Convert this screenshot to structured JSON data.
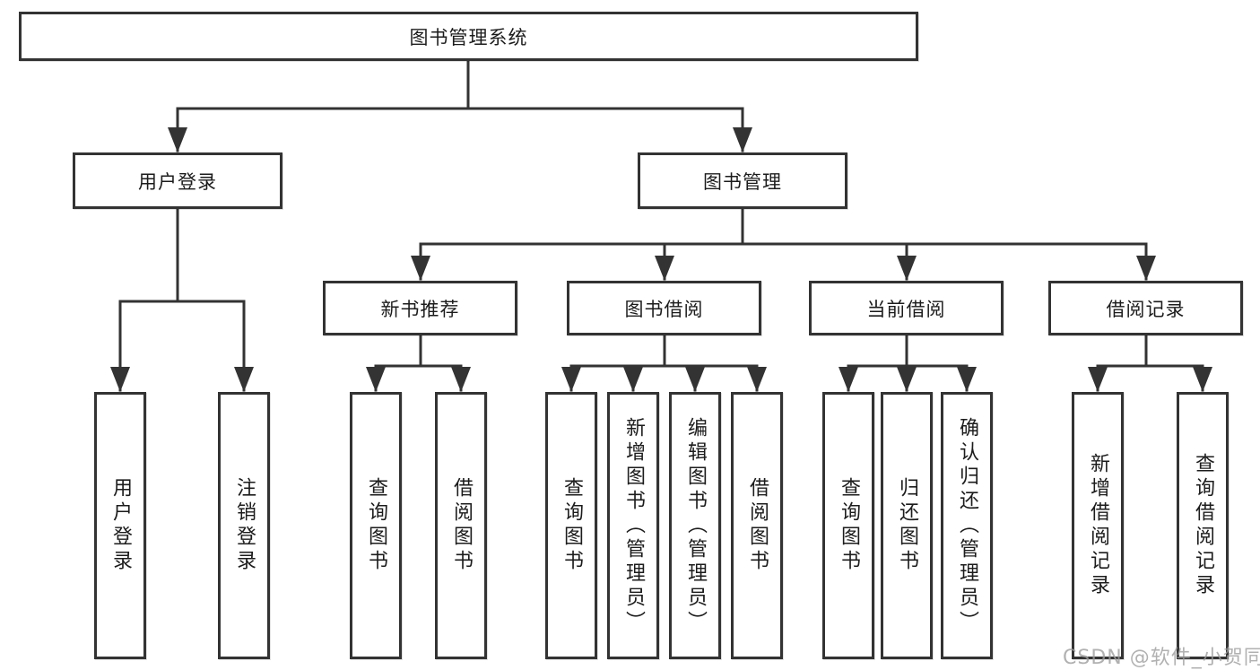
{
  "tree": {
    "label": "图书管理系统",
    "children": [
      {
        "label": "用户登录",
        "children": [
          {
            "label": "用户登录"
          },
          {
            "label": "注销登录"
          }
        ]
      },
      {
        "label": "图书管理",
        "children": [
          {
            "label": "新书推荐",
            "children": [
              {
                "label": "查询图书"
              },
              {
                "label": "借阅图书"
              }
            ]
          },
          {
            "label": "图书借阅",
            "children": [
              {
                "label": "查询图书"
              },
              {
                "label": "新增图书（管理员）"
              },
              {
                "label": "编辑图书（管理员）"
              },
              {
                "label": "借阅图书"
              }
            ]
          },
          {
            "label": "当前借阅",
            "children": [
              {
                "label": "查询图书"
              },
              {
                "label": "归还图书"
              },
              {
                "label": "确认归还（管理员）"
              }
            ]
          },
          {
            "label": "借阅记录",
            "children": [
              {
                "label": "新增借阅记录"
              },
              {
                "label": "查询借阅记录"
              }
            ]
          }
        ]
      }
    ]
  },
  "watermark": "CSDN @软件_小贺同学",
  "colors": {
    "line": "#333333",
    "box_border": "#333333",
    "box_background": "#ffffff",
    "text": "#1c1c1c",
    "watermark": "#9e9e9e"
  }
}
